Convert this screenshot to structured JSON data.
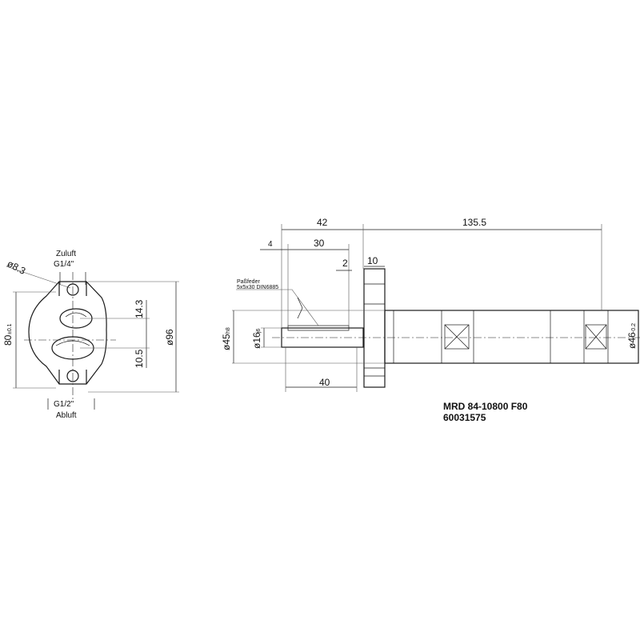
{
  "front_view": {
    "inlet_label": "Zuluft",
    "inlet_thread": "G1/4\"",
    "outlet_thread": "G1/2\"",
    "outlet_label": "Abluft",
    "hole_dia": "ø8.3",
    "dim_height": "80",
    "dim_height_tol": "±0.1",
    "dim_dia": "ø96",
    "dim_upper": "14.3",
    "dim_lower": "10.5"
  },
  "side_view": {
    "dim_42": "42",
    "dim_135": "135.5",
    "dim_4": "4",
    "dim_30": "30",
    "dim_2": "2",
    "dim_10": "10",
    "dim_40": "40",
    "key_label_1": "Paßfeder",
    "key_label_2": "5x5x30  DIN6885",
    "shaft_dia": "ø45",
    "shaft_dia_tol": "h8",
    "bore_dia": "ø16",
    "bore_dia_tol": "j6",
    "body_dia": "ø46",
    "body_dia_tol": "-0.2"
  },
  "title": {
    "part_name": "MRD 84-10800 F80",
    "part_number": "60031575"
  }
}
